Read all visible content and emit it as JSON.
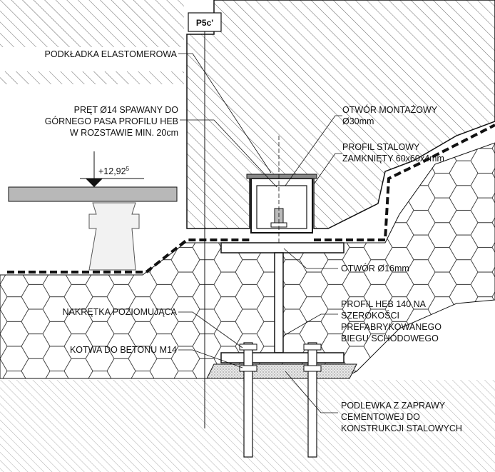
{
  "tag": "P5c'",
  "level": {
    "value": "+12,92",
    "sup": "5"
  },
  "labels": {
    "elastomer_pad": "PODKŁADKA ELASTOMEROWA",
    "rod": [
      "PRĘT Ø14 SPAWANY DO",
      "GÓRNEGO PASA PROFILU HEB",
      "W ROZSTAWIE MIN. 20cm"
    ],
    "mount_hole": [
      "OTWÓR MONTAŻOWY",
      "Ø30mm"
    ],
    "steel_profile": [
      "PROFIL STALOWY",
      "ZAMKNIĘTY 60x60x4mm"
    ],
    "hole16": "OTWÓR Ø16mm",
    "heb": [
      "PROFIL HEB 140 NA",
      "SZEROKOŚCI",
      "PREFABRYKOWANEGO",
      "BIEGU SCHODOWEGO"
    ],
    "leveling_nut": "NAKRĘTKA POZIOMUJĄCA",
    "anchor": "KOTWA DO BETONU M14",
    "grout": [
      "PODLEWKA Z ZAPRAWY",
      "CEMENTOWEJ DO",
      "KONSTRUKCJI STALOWYCH"
    ]
  }
}
